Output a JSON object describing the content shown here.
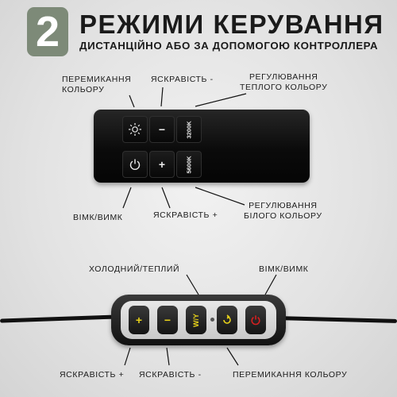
{
  "header": {
    "number": "2",
    "title": "РЕЖИМИ КЕРУВАННЯ",
    "subtitle": "ДИСТАНЦІЙНО АБО ЗА ДОПОМОГОЮ КОНТРОЛЛЕРА"
  },
  "remote": {
    "labels": {
      "color_switch": "ПЕРЕМИКАННЯ\nКОЛЬОРУ",
      "brightness_down": "ЯСКРАВІСТЬ -",
      "warm_adjust": "РЕГУЛЮВАННЯ\nТЕПЛОГО КОЛЬОРУ",
      "power": "ВІМК/ВИМК",
      "brightness_up": "ЯСКРАВІСТЬ +",
      "white_adjust": "РЕГУЛЮВАННЯ\nБІЛОГО КОЛЬОРУ"
    },
    "buttons": {
      "warm_text": "3200K",
      "white_text": "5600K",
      "minus_text": "−",
      "plus_text": "+"
    }
  },
  "controller": {
    "labels": {
      "cold_warm": "ХОЛОДНИЙ/ТЕПЛИЙ",
      "power": "ВІМК/ВИМК",
      "brightness_up": "ЯСКРАВІСТЬ +",
      "brightness_down": "ЯСКРАВІСТЬ -",
      "color_switch": "ПЕРЕМИКАННЯ КОЛЬОРУ"
    },
    "buttons": {
      "plus_text": "+",
      "minus_text": "−",
      "wy_text": "W/Y"
    }
  },
  "colors": {
    "badge": "#7d8a78",
    "yellow": "#e8d21a",
    "red": "#d42020"
  }
}
